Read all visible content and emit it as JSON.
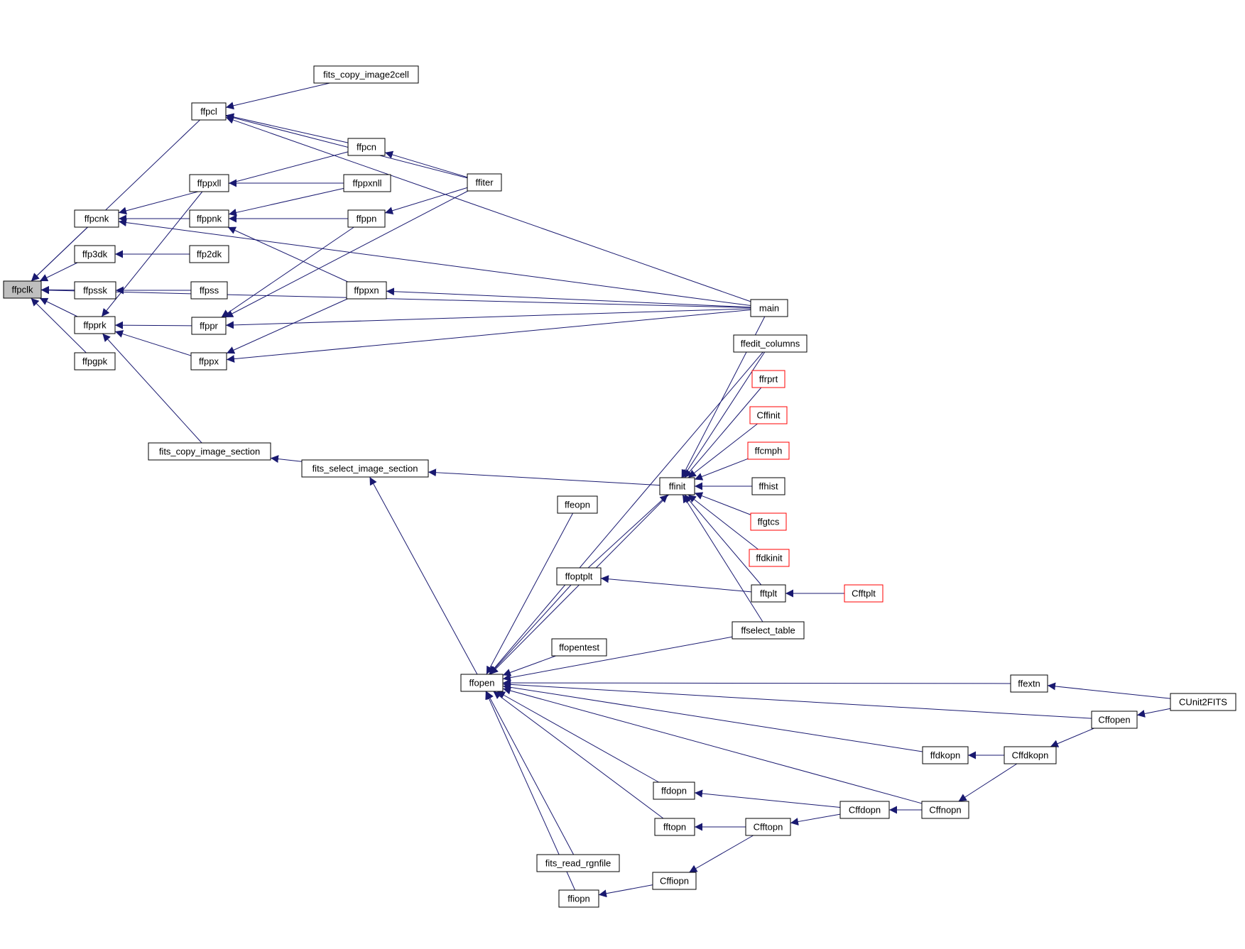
{
  "colors": {
    "edge": "#191970",
    "border": "#000000",
    "red_border": "#ff0000",
    "root_fill": "#bfbfbf",
    "fill": "#ffffff"
  },
  "nodes": [
    {
      "id": "ffpclk",
      "label": "ffpclk"
    },
    {
      "id": "ffpcl",
      "label": "ffpcl"
    },
    {
      "id": "fits_copy_image2cell",
      "label": "fits_copy_image2cell"
    },
    {
      "id": "ffpcn",
      "label": "ffpcn"
    },
    {
      "id": "ffiter",
      "label": "ffiter"
    },
    {
      "id": "ffpcnk",
      "label": "ffpcnk"
    },
    {
      "id": "ffppxll",
      "label": "ffppxll"
    },
    {
      "id": "ffppxnll",
      "label": "ffppxnll"
    },
    {
      "id": "ffppnk",
      "label": "ffppnk"
    },
    {
      "id": "ffppn",
      "label": "ffppn"
    },
    {
      "id": "ffp3dk",
      "label": "ffp3dk"
    },
    {
      "id": "ffp2dk",
      "label": "ffp2dk"
    },
    {
      "id": "ffpssk",
      "label": "ffpssk"
    },
    {
      "id": "ffpss",
      "label": "ffpss"
    },
    {
      "id": "ffppxn",
      "label": "ffppxn"
    },
    {
      "id": "main",
      "label": "main"
    },
    {
      "id": "ffpprk",
      "label": "ffpprk"
    },
    {
      "id": "ffppr",
      "label": "ffppr"
    },
    {
      "id": "ffedit_columns",
      "label": "ffedit_columns"
    },
    {
      "id": "ffpgpk",
      "label": "ffpgpk"
    },
    {
      "id": "ffppx",
      "label": "ffppx"
    },
    {
      "id": "ffrprt",
      "label": "ffrprt",
      "red": true
    },
    {
      "id": "Cffinit",
      "label": "Cffinit",
      "red": true
    },
    {
      "id": "fits_copy_image_section",
      "label": "fits_copy_image_section"
    },
    {
      "id": "ffcmph",
      "label": "ffcmph",
      "red": true
    },
    {
      "id": "fits_select_image_section",
      "label": "fits_select_image_section"
    },
    {
      "id": "ffinit",
      "label": "ffinit"
    },
    {
      "id": "ffhist",
      "label": "ffhist"
    },
    {
      "id": "ffeopn",
      "label": "ffeopn"
    },
    {
      "id": "ffgtcs",
      "label": "ffgtcs",
      "red": true
    },
    {
      "id": "ffdkinit",
      "label": "ffdkinit",
      "red": true
    },
    {
      "id": "ffoptplt",
      "label": "ffoptplt"
    },
    {
      "id": "fftplt",
      "label": "fftplt"
    },
    {
      "id": "Cfftplt",
      "label": "Cfftplt",
      "red": true
    },
    {
      "id": "ffselect_table",
      "label": "ffselect_table"
    },
    {
      "id": "ffopentest",
      "label": "ffopentest"
    },
    {
      "id": "ffopen",
      "label": "ffopen"
    },
    {
      "id": "ffextn",
      "label": "ffextn"
    },
    {
      "id": "CUnit2FITS",
      "label": "CUnit2FITS"
    },
    {
      "id": "Cffopen",
      "label": "Cffopen"
    },
    {
      "id": "ffdkopn",
      "label": "ffdkopn"
    },
    {
      "id": "Cffdkopn",
      "label": "Cffdkopn"
    },
    {
      "id": "ffdopn",
      "label": "ffdopn"
    },
    {
      "id": "Cffdopn",
      "label": "Cffdopn"
    },
    {
      "id": "Cffnopn",
      "label": "Cffnopn"
    },
    {
      "id": "fftopn",
      "label": "fftopn"
    },
    {
      "id": "Cfftopn",
      "label": "Cfftopn"
    },
    {
      "id": "fits_read_rgnfile",
      "label": "fits_read_rgnfile"
    },
    {
      "id": "Cffiopn",
      "label": "Cffiopn"
    },
    {
      "id": "ffiopn",
      "label": "ffiopn"
    }
  ],
  "edges": [
    [
      "ffpclk",
      "ffpcl"
    ],
    [
      "ffpclk",
      "ffpcnk"
    ],
    [
      "ffpclk",
      "ffp3dk"
    ],
    [
      "ffpclk",
      "ffpssk"
    ],
    [
      "ffpclk",
      "ffpprk"
    ],
    [
      "ffpclk",
      "ffpgpk"
    ],
    [
      "ffpclk",
      "main"
    ],
    [
      "ffpcl",
      "fits_copy_image2cell"
    ],
    [
      "ffpcl",
      "ffpcn"
    ],
    [
      "ffpcl",
      "ffiter"
    ],
    [
      "ffpcl",
      "main"
    ],
    [
      "ffpcn",
      "ffiter"
    ],
    [
      "ffpcnk",
      "ffpcn"
    ],
    [
      "ffpcnk",
      "ffppnk"
    ],
    [
      "ffpcnk",
      "main"
    ],
    [
      "ffppxll",
      "ffppxnll"
    ],
    [
      "ffppnk",
      "ffppxnll"
    ],
    [
      "ffppnk",
      "ffppn"
    ],
    [
      "ffppnk",
      "ffppxn"
    ],
    [
      "ffppn",
      "ffiter"
    ],
    [
      "ffp3dk",
      "ffp2dk"
    ],
    [
      "ffpssk",
      "ffpss"
    ],
    [
      "ffppxn",
      "main"
    ],
    [
      "ffpprk",
      "ffppxll"
    ],
    [
      "ffpprk",
      "ffppr"
    ],
    [
      "ffpprk",
      "ffppx"
    ],
    [
      "ffpprk",
      "fits_copy_image_section"
    ],
    [
      "ffppr",
      "ffppn"
    ],
    [
      "ffppr",
      "ffiter"
    ],
    [
      "ffppr",
      "main"
    ],
    [
      "ffppx",
      "ffppxn"
    ],
    [
      "ffppx",
      "main"
    ],
    [
      "fits_copy_image_section",
      "fits_select_image_section"
    ],
    [
      "fits_select_image_section",
      "ffopen"
    ],
    [
      "fits_select_image_section",
      "ffinit"
    ],
    [
      "ffinit",
      "main"
    ],
    [
      "ffinit",
      "ffedit_columns"
    ],
    [
      "ffinit",
      "ffrprt"
    ],
    [
      "ffinit",
      "Cffinit"
    ],
    [
      "ffinit",
      "ffcmph"
    ],
    [
      "ffinit",
      "ffhist"
    ],
    [
      "ffinit",
      "ffgtcs"
    ],
    [
      "ffinit",
      "ffdkinit"
    ],
    [
      "ffinit",
      "fftplt"
    ],
    [
      "ffinit",
      "ffselect_table"
    ],
    [
      "ffinit",
      "ffoptplt"
    ],
    [
      "ffoptplt",
      "fftplt"
    ],
    [
      "fftplt",
      "Cfftplt"
    ],
    [
      "ffopen",
      "ffedit_columns"
    ],
    [
      "ffopen",
      "ffeopn"
    ],
    [
      "ffopen",
      "ffinit"
    ],
    [
      "ffopen",
      "ffoptplt"
    ],
    [
      "ffopen",
      "ffselect_table"
    ],
    [
      "ffopen",
      "ffopentest"
    ],
    [
      "ffopen",
      "ffextn"
    ],
    [
      "ffopen",
      "Cffopen"
    ],
    [
      "ffopen",
      "ffdkopn"
    ],
    [
      "ffopen",
      "ffdopn"
    ],
    [
      "ffopen",
      "fftopn"
    ],
    [
      "ffopen",
      "fits_read_rgnfile"
    ],
    [
      "ffopen",
      "ffiopn"
    ],
    [
      "ffopen",
      "Cffnopn"
    ],
    [
      "ffextn",
      "CUnit2FITS"
    ],
    [
      "Cffopen",
      "CUnit2FITS"
    ],
    [
      "ffdkopn",
      "Cffdkopn"
    ],
    [
      "Cffdkopn",
      "Cffopen"
    ],
    [
      "ffdopn",
      "Cffdopn"
    ],
    [
      "Cffdopn",
      "Cffnopn"
    ],
    [
      "Cffnopn",
      "Cffdkopn"
    ],
    [
      "fftopn",
      "Cfftopn"
    ],
    [
      "Cfftopn",
      "Cffdopn"
    ],
    [
      "ffiopn",
      "Cffiopn"
    ],
    [
      "Cffiopn",
      "Cfftopn"
    ]
  ]
}
